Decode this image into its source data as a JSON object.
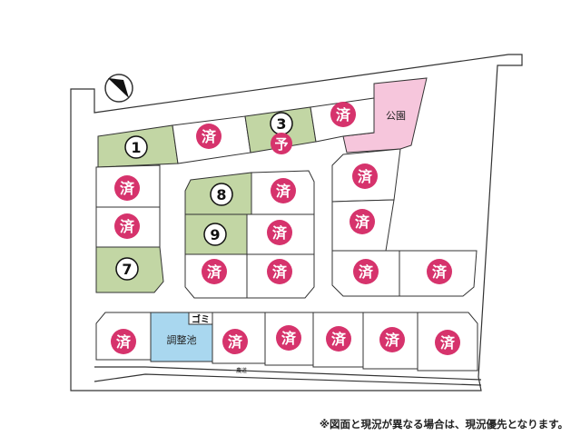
{
  "labels": {
    "sold": "済",
    "reserved": "予",
    "park": "公園",
    "pond": "調整池",
    "trash": "ゴミ",
    "road": "農道",
    "compass": "north-arrow-icon"
  },
  "lots": [
    {
      "id": "lot-1",
      "status": "available",
      "number": "1"
    },
    {
      "id": "lot-2",
      "status": "sold"
    },
    {
      "id": "lot-3",
      "status": "reserved",
      "number": "3"
    },
    {
      "id": "lot-4",
      "status": "sold"
    },
    {
      "id": "lot-5",
      "status": "sold"
    },
    {
      "id": "lot-6",
      "status": "sold"
    },
    {
      "id": "lot-7",
      "status": "available",
      "number": "7"
    },
    {
      "id": "lot-8",
      "status": "available",
      "number": "8"
    },
    {
      "id": "lot-9",
      "status": "available",
      "number": "9"
    },
    {
      "id": "lot-10",
      "status": "sold"
    },
    {
      "id": "lot-11",
      "status": "sold"
    },
    {
      "id": "lot-12",
      "status": "sold"
    },
    {
      "id": "lot-13",
      "status": "sold"
    },
    {
      "id": "lot-14",
      "status": "sold"
    },
    {
      "id": "lot-15",
      "status": "sold"
    },
    {
      "id": "lot-16",
      "status": "sold"
    },
    {
      "id": "lot-17",
      "status": "sold"
    },
    {
      "id": "lot-18",
      "status": "sold"
    },
    {
      "id": "lot-19",
      "status": "sold"
    },
    {
      "id": "lot-20",
      "status": "sold"
    },
    {
      "id": "lot-21",
      "status": "sold"
    },
    {
      "id": "lot-22",
      "status": "sold"
    },
    {
      "id": "lot-23",
      "status": "sold"
    }
  ],
  "colors": {
    "available": "#c2d6a4",
    "sold": "#ffffff",
    "park": "#f6c6dc",
    "pond": "#a9d7ef",
    "marker": "#d6336c",
    "outline": "#333333"
  },
  "note": "※図面と現況が異なる場合は、現況優先となります。"
}
